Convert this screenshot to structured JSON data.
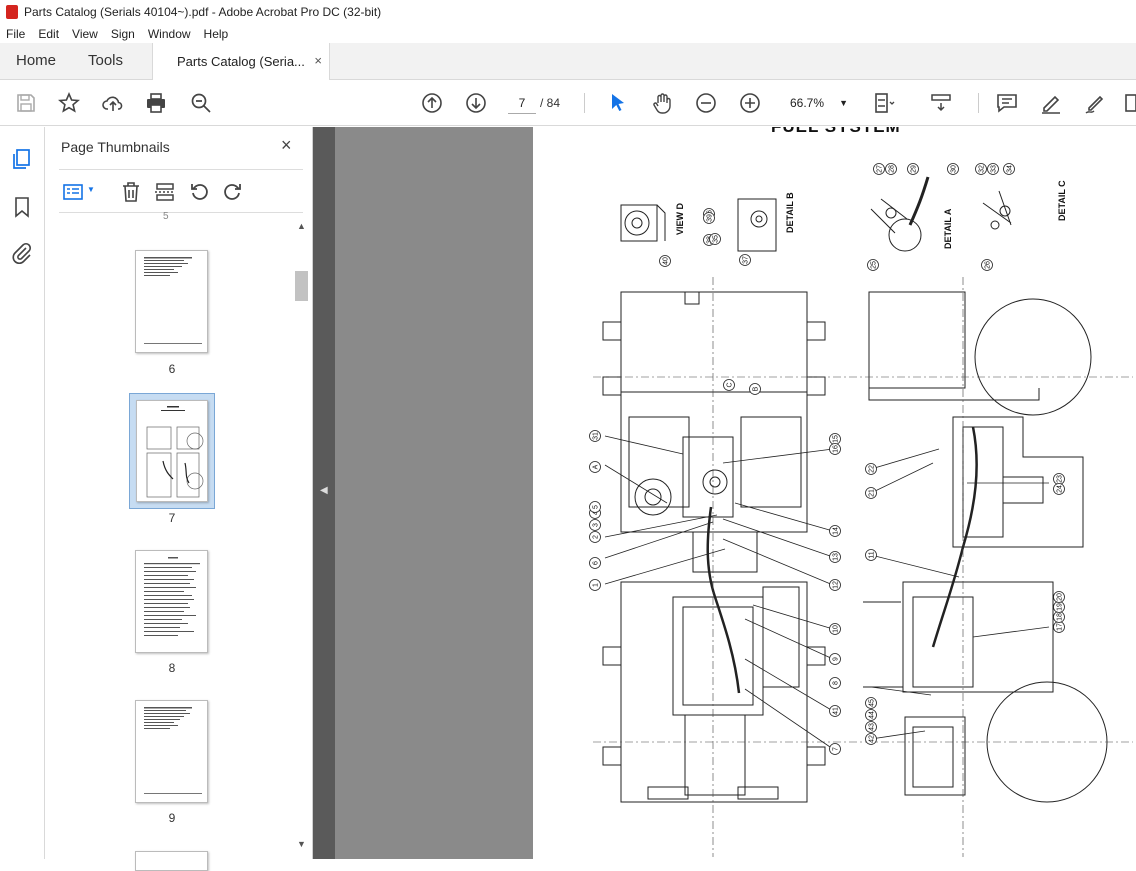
{
  "window": {
    "title": "Parts Catalog (Serials 40104~).pdf - Adobe Acrobat Pro DC (32-bit)"
  },
  "menu": [
    "File",
    "Edit",
    "View",
    "Sign",
    "Window",
    "Help"
  ],
  "tabs": {
    "home": "Home",
    "tools": "Tools",
    "document": "Parts Catalog (Seria...",
    "close": "×"
  },
  "toolbar": {
    "current_page": "7",
    "page_total": "/ 84",
    "zoom": "66.7%"
  },
  "thumbnails": {
    "title": "Page Thumbnails",
    "close": "×",
    "pages": [
      {
        "label": "6",
        "selected": false
      },
      {
        "label": "7",
        "selected": true
      },
      {
        "label": "8",
        "selected": false
      },
      {
        "label": "9",
        "selected": false
      }
    ]
  },
  "document": {
    "heading": "FUEL SYSTEM",
    "detail_labels": [
      "VIEW D",
      "DETAIL B",
      "DETAIL A",
      "DETAIL C"
    ],
    "callouts": [
      "40",
      "36",
      "38",
      "39",
      "37",
      "35",
      "27",
      "28",
      "29",
      "30",
      "32",
      "33",
      "34",
      "26",
      "25",
      "31",
      "A",
      "C",
      "B",
      "15",
      "16",
      "2",
      "3",
      "4",
      "5",
      "6",
      "1",
      "14",
      "13",
      "12",
      "22",
      "21",
      "23",
      "24",
      "11",
      "17",
      "18",
      "19",
      "20",
      "10",
      "9",
      "8",
      "41",
      "7",
      "42",
      "43",
      "44",
      "45"
    ]
  },
  "colors": {
    "accent": "#1473e6",
    "brand": "#d4251f",
    "panel_bg": "#8a8a8a"
  }
}
